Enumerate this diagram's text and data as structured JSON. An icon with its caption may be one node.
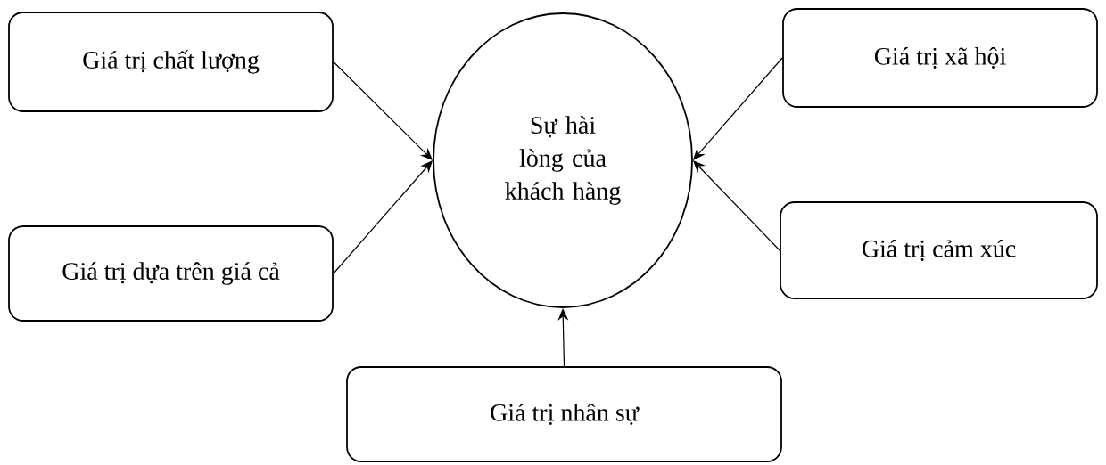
{
  "diagram": {
    "nodes": [
      {
        "text": [
          "Sự hài lòng của khách hàng"
        ]
      },
      {
        "text": [
          "Giá trị chất lượng"
        ]
      },
      {
        "text": [
          "Giá trị xã hội"
        ]
      },
      {
        "text": [
          "Giá trị dựa trên giá cả"
        ]
      },
      {
        "text": [
          "Giá trị cảm xúc"
        ]
      },
      {
        "text": [
          "Giá trị nhân sự"
        ]
      }
    ],
    "edges": [
      {
        "from": 1,
        "to": 0,
        "arrow": "to"
      },
      {
        "from": 3,
        "to": 0,
        "arrow": "to"
      },
      {
        "from": 2,
        "to": 0,
        "arrow": "to"
      },
      {
        "from": 4,
        "to": 0,
        "arrow": "to"
      },
      {
        "from": 5,
        "to": 0,
        "arrow": "to"
      }
    ]
  }
}
